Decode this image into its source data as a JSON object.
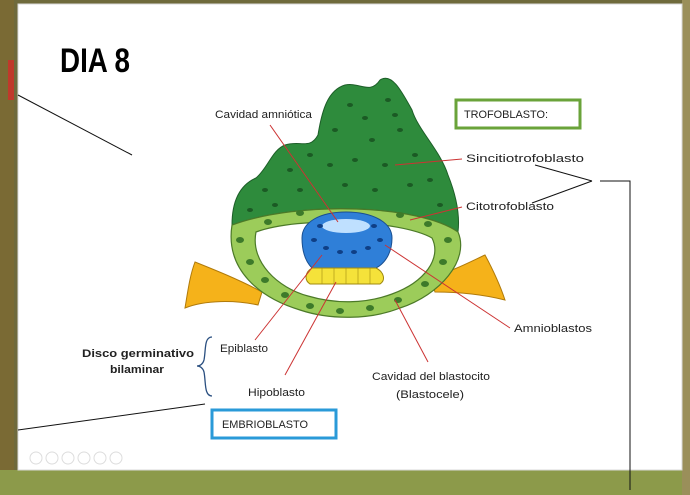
{
  "slide": {
    "title": "DIA 8",
    "colors": {
      "syncytio": "#2e8b3c",
      "cyto": "#9ccc5a",
      "amnion": "#2f7fd8",
      "hypoblast": "#f5e23a",
      "endometrium": "#f5b21a",
      "leader": "#cc3333",
      "trofo_box": "#6aa33a",
      "embrio_box": "#2a9ad8"
    }
  },
  "labels": {
    "cavidad_amniotica": "Cavidad amniótica",
    "sincitiotrofoblasto": "Sincitiotrofoblasto",
    "citotrofoblasto": "Citotrofoblasto",
    "amnioblastos": "Amnioblastos",
    "epiblasto": "Epiblasto",
    "hipoblasto": "Hipoblasto",
    "disco_line1": "Disco germinativo",
    "disco_line2": "bilaminar",
    "cavidad_blastocito_line1": "Cavidad del blastocito",
    "cavidad_blastocito_line2": "(Blastocele)"
  },
  "boxes": {
    "trofoblasto": "TROFOBLASTO:",
    "embrioblasto": "EMBRIOBLASTO"
  }
}
